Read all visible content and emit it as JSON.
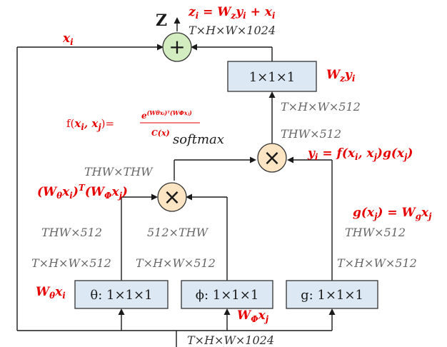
{
  "diagram": {
    "output_label": "Z",
    "sum_output_eq": "z",
    "sum_output_eq_sub": "i",
    "sum_output_eq_rest": " = W",
    "sum_output_eq_sub2": "z",
    "sum_output_eq_rest2": "y",
    "sum_output_eq_sub3": "i",
    "sum_output_eq_rest3": " + x",
    "sum_output_eq_sub4": "i",
    "dim_top": "T×H×W×1024",
    "input_skip_label": "x",
    "input_skip_sub": "i",
    "wz_box": "1×1×1",
    "wz_label": "W",
    "wz_label_sub": "z",
    "wz_label_rest": "y",
    "wz_label_sub2": "i",
    "dim_wz_in": "T×H×W×512",
    "dim_y_flat": "THW×512",
    "y_eq": "y",
    "y_eq_sub": "i",
    "y_eq_rest": " = f(x",
    "y_eq_sub2": "i",
    "y_eq_rest2": ", x",
    "y_eq_sub3": "j",
    "y_eq_rest3": ")g(x",
    "y_eq_sub4": "j",
    "y_eq_rest4": ")",
    "f_lhs_open": "f(",
    "f_lhs_x": "x",
    "f_lhs_sub": "i",
    "f_lhs_mid": ", x",
    "f_lhs_sub2": "j",
    "f_lhs_close": ")=",
    "f_num": "e",
    "f_num_exp": "(Wθxᵢ)ᵀ(WΦxⱼ)",
    "f_den": "C(x)",
    "softmax": "softmax",
    "dim_attn": "THW×THW",
    "attn_eq_1": "(W",
    "attn_eq_sub1": "θ",
    "attn_eq_2": "x",
    "attn_eq_sub2": "i",
    "attn_eq_3": ")",
    "attn_eq_sup": "T",
    "attn_eq_4": "(W",
    "attn_eq_sub3": "Φ",
    "attn_eq_5": "x",
    "attn_eq_sub4": "j",
    "attn_eq_6": ")",
    "g_eq": "g(x",
    "g_eq_sub": "j",
    "g_eq_rest": ") = W",
    "g_eq_sub2": "g",
    "g_eq_rest2": "x",
    "g_eq_sub3": "j",
    "dim_theta_flat": "THW×512",
    "dim_phi_flat": "512×THW",
    "dim_g_flat": "THW×512",
    "dim_theta": "T×H×W×512",
    "dim_phi": "T×H×W×512",
    "dim_g": "T×H×W×512",
    "theta_box": "θ: 1×1×1",
    "phi_box": "ϕ: 1×1×1",
    "g_box": "g: 1×1×1",
    "theta_label": "W",
    "theta_label_sub": "θ",
    "theta_label_rest": "x",
    "theta_label_sub2": "i",
    "phi_label": "W",
    "phi_label_sub": "Φ",
    "phi_label_rest": "x",
    "phi_label_sub2": "j",
    "dim_input": "T×H×W×1024",
    "plus_symbol": "+",
    "mul_symbol": "×"
  },
  "colors": {
    "annotation_red": "#e60000",
    "dim_gray": "#666666",
    "box_fill": "#dce9f5",
    "plus_fill": "#d4edc0",
    "mul_fill": "#fde5c4"
  }
}
